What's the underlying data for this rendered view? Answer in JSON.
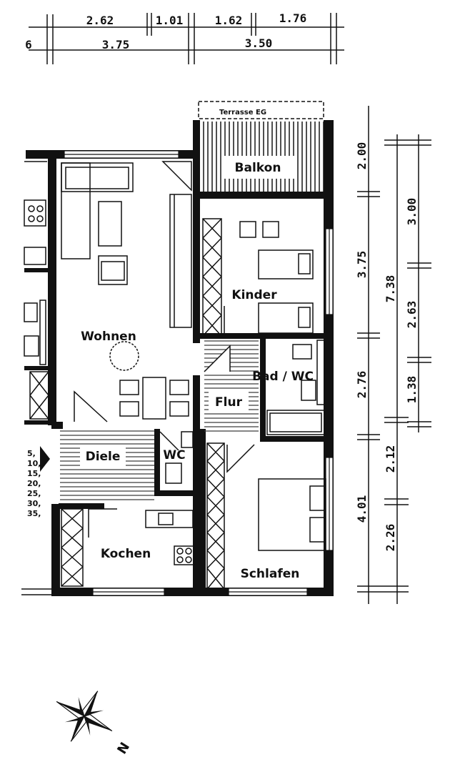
{
  "rooms": {
    "balkon": "Balkon",
    "terrasse": "Terrasse EG",
    "kinder": "Kinder",
    "wohnen": "Wohnen",
    "bad": "Bad / WC",
    "flur": "Flur",
    "diele": "Diele",
    "wc": "WC",
    "kochen": "Kochen",
    "schlafen": "Schlafen"
  },
  "dimensions": {
    "top_row1": [
      "2.62",
      "1.01",
      "1.62",
      "1.76"
    ],
    "top_row2": [
      "6",
      "3.75",
      "3.50"
    ],
    "right_col1": [
      "2.00",
      "3.75",
      "2.76",
      "4.01"
    ],
    "right_col2": [
      "7.38",
      "2.12",
      "2.26"
    ],
    "right_col3": [
      "3.00",
      "2.63",
      "1.38"
    ]
  },
  "stair_steps": [
    "5,",
    "10,",
    "15,",
    "20,",
    "25,",
    "30,",
    "35,"
  ],
  "compass": {
    "north_label": "N"
  },
  "colors": {
    "ink": "#111111",
    "paper": "#ffffff",
    "hatch": "#555555"
  }
}
